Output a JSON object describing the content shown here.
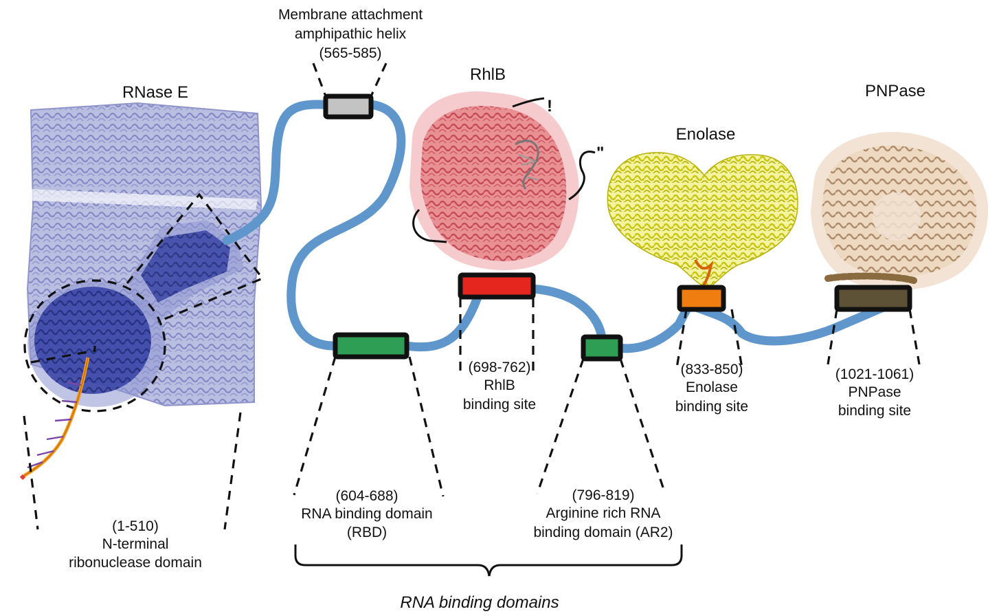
{
  "proteins": {
    "rnase_e": "RNase E",
    "rhlb": "RhlB",
    "enolase": "Enolase",
    "pnpase": "PNPase"
  },
  "regions": {
    "membrane": {
      "line1": "Membrane attachment",
      "line2": "amphipathic helix",
      "range": "(565-585)",
      "color": "#c3c3c3"
    },
    "nterm": {
      "range": "(1-510)",
      "line1": "N-terminal",
      "line2": "ribonuclease domain"
    },
    "rbd": {
      "range": "(604-688)",
      "line1": "RNA binding domain",
      "line2": "(RBD)",
      "color": "#2e9e55"
    },
    "rhlb_site": {
      "range": "(698-762)",
      "line1": "RhlB",
      "line2": "binding site",
      "color": "#e5261f"
    },
    "ar2": {
      "range": "(796-819)",
      "line1": "Arginine rich RNA",
      "line2": "binding domain (AR2)",
      "color": "#2e9e55"
    },
    "enolase_site": {
      "range": "(833-850)",
      "line1": "Enolase",
      "line2": "binding site",
      "color": "#ef7d10"
    },
    "pnpase_site": {
      "range": "(1021-1061)",
      "line1": "PNPase",
      "line2": "binding site",
      "color": "#5d5236"
    }
  },
  "rna_binding_bracket": "RNA binding domains",
  "rhlb_marks": {
    "mark1": "!",
    "mark2": "\""
  },
  "colors": {
    "linker": "#5f97cc",
    "rnase_e_light": "#9da3d4",
    "rnase_e_dark": "#2a3596",
    "rhlb": "#d9505a",
    "enolase": "#d6d41c",
    "pnpase": "#c9a27c"
  }
}
